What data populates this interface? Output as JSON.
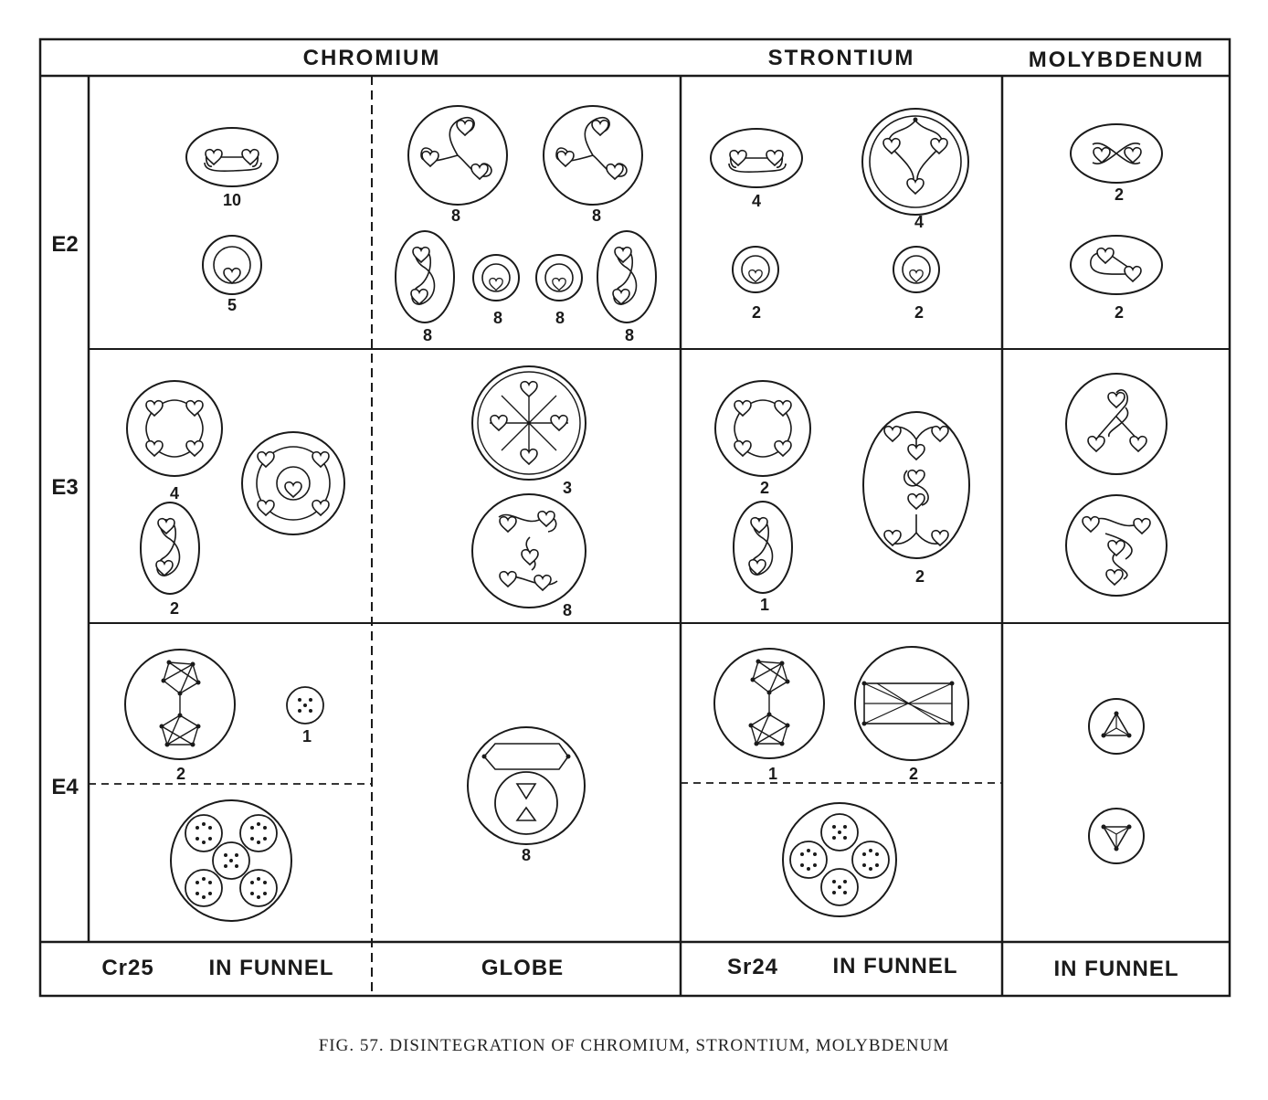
{
  "headers": {
    "chromium": "CHROMIUM",
    "strontium": "STRONTIUM",
    "molybdenum": "MOLYBDENUM"
  },
  "rows": {
    "e2": "E2",
    "e3": "E3",
    "e4": "E4"
  },
  "footer": {
    "cr25": "Cr25",
    "in_funnel_cr": "IN FUNNEL",
    "globe": "GLOBE",
    "sr24": "Sr24",
    "in_funnel_sr": "IN FUNNEL",
    "in_funnel_mo": "IN FUNNEL"
  },
  "counts": {
    "cr_e2_a": "10",
    "cr_e2_b": "5",
    "glb_e2_1": "8",
    "glb_e2_2": "8",
    "glb_e2_3": "8",
    "glb_e2_4": "8",
    "glb_e2_5": "8",
    "glb_e2_6": "8",
    "sr_e2_1": "4",
    "sr_e2_2": "4",
    "sr_e2_3": "2",
    "sr_e2_4": "2",
    "mo_e2_1": "2",
    "mo_e2_2": "2",
    "cr_e3_1": "4",
    "cr_e3_2": "2",
    "glb_e3_1": "3",
    "glb_e3_2": "8",
    "sr_e3_1": "2",
    "sr_e3_2": "1",
    "sr_e3_3": "2",
    "cr_e4_1": "2",
    "cr_e4_2": "1",
    "glb_e4_1": "8",
    "sr_e4_1": "1",
    "sr_e4_2": "2"
  },
  "caption": "FIG. 57. DISINTEGRATION OF CHROMIUM, STRONTIUM, MOLYBDENUM"
}
